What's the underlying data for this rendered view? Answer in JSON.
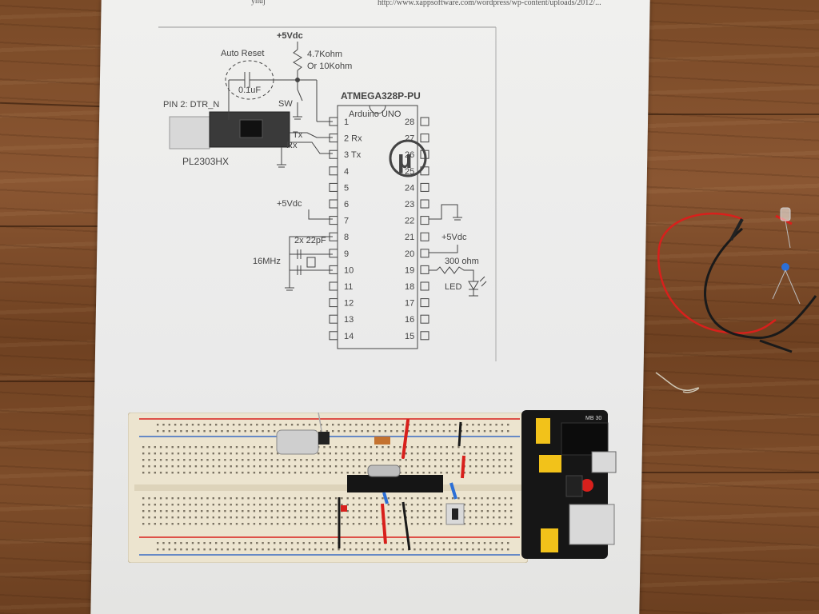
{
  "header": {
    "url": "http://www.xappsoftware.com/wordpress/wp-content/uploads/2012/...",
    "left_fragment": "ynuj"
  },
  "schematic": {
    "chip_name": "ATMEGA328P-PU",
    "chip_sub": "Arduino UNO",
    "vcc_top": "+5Vdc",
    "resistor_value_1": "4.7Kohm",
    "resistor_value_2": "Or 10Kohm",
    "auto_reset": "Auto Reset",
    "cap_value": "0.1uF",
    "switch": "SW",
    "pin2_label": "PIN 2: DTR_N",
    "tx": "Tx",
    "rx": "Rx",
    "usb_module": "PL2303HX",
    "vcc_pin7": "+5Vdc",
    "crystal_caps": "2x 22pF",
    "crystal_freq": "16MHz",
    "vcc_pin20": "+5Vdc",
    "led_resistor": "300 ohm",
    "led": "LED",
    "logo": "µ",
    "left_pins": [
      {
        "num": "1",
        "label": ""
      },
      {
        "num": "2",
        "label": "Rx"
      },
      {
        "num": "3",
        "label": "Tx"
      },
      {
        "num": "4",
        "label": ""
      },
      {
        "num": "5",
        "label": ""
      },
      {
        "num": "6",
        "label": ""
      },
      {
        "num": "7",
        "label": ""
      },
      {
        "num": "8",
        "label": ""
      },
      {
        "num": "9",
        "label": ""
      },
      {
        "num": "10",
        "label": ""
      },
      {
        "num": "11",
        "label": ""
      },
      {
        "num": "12",
        "label": ""
      },
      {
        "num": "13",
        "label": ""
      },
      {
        "num": "14",
        "label": ""
      }
    ],
    "right_pins": [
      "28",
      "27",
      "26",
      "25",
      "24",
      "23",
      "22",
      "21",
      "20",
      "19",
      "18",
      "17",
      "16",
      "15"
    ]
  },
  "psu": {
    "label": "MB 30"
  },
  "colors": {
    "wire_red": "#d8201c",
    "wire_black": "#1a1a1a",
    "wood": "#7a4a27",
    "paper": "#ececea",
    "breadboard": "#ece4cf",
    "pcb": "#161616",
    "jumper_yellow": "#f2c21a"
  }
}
